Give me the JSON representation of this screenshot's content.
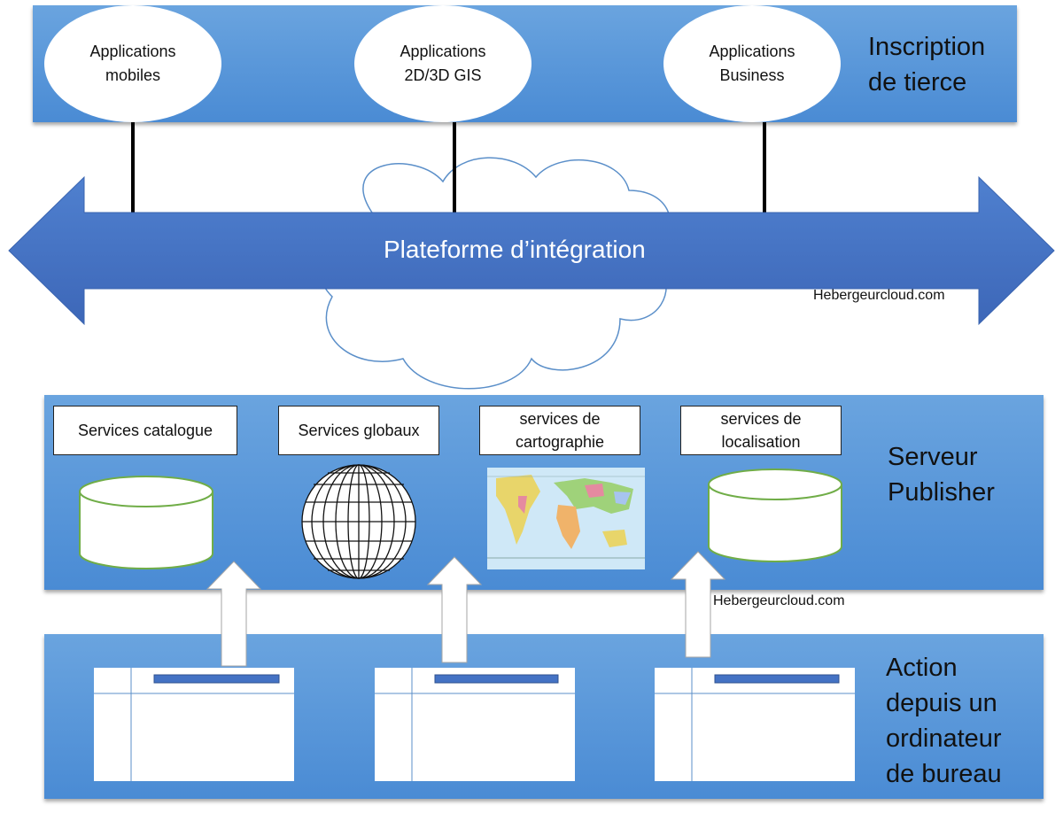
{
  "top_band": {
    "apps": [
      {
        "label": "Applications\nmobiles"
      },
      {
        "label": "Applications\n2D/3D GIS"
      },
      {
        "label": "Applications\nBusiness"
      }
    ],
    "title": "Inscription\nde tierce"
  },
  "platform": {
    "label": "Plateforme d’intégration",
    "watermark": "Hebergeurcloud.com"
  },
  "publisher": {
    "services": [
      {
        "label": "Services catalogue"
      },
      {
        "label": "Services globaux"
      },
      {
        "label": "services de\ncartographie"
      },
      {
        "label": "services de\nlocalisation"
      }
    ],
    "title": "Serveur\nPublisher",
    "watermark": "Hebergeurcloud.com"
  },
  "desktop": {
    "title": "Action\ndepuis un\nordinateur\nde bureau"
  },
  "colors": {
    "band": "#5b9bd5",
    "arrow": "#4472c4",
    "cloud_stroke": "#5b8fc9",
    "cylinder_stroke": "#70ad47",
    "tab_bar": "#4472c4"
  }
}
